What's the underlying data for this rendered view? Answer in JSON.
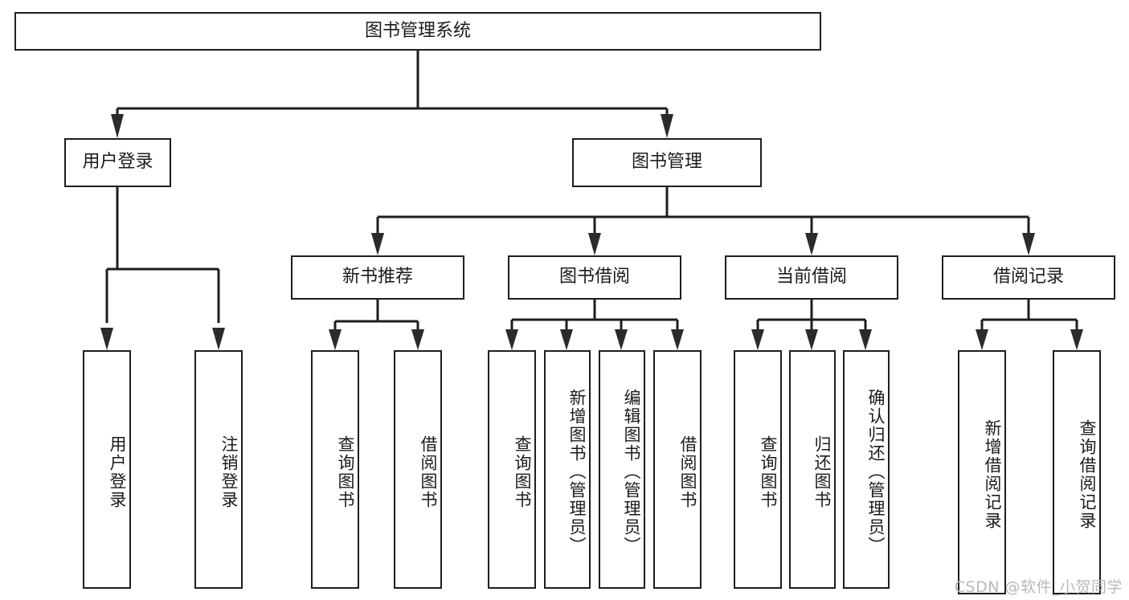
{
  "diagram": {
    "title": "图书管理系统",
    "watermark": "CSDN @软件_小贺同学",
    "colors": {
      "stroke": "#1e1e1e",
      "fill": "#ffffff",
      "text": "#1b1b1b",
      "watermark": "#b9b9b9"
    },
    "nodes": {
      "root": {
        "label": "图书管理系统"
      },
      "level2": [
        {
          "label": "用户登录"
        },
        {
          "label": "图书管理"
        }
      ],
      "level3": [
        {
          "label": "新书推荐"
        },
        {
          "label": "图书借阅"
        },
        {
          "label": "当前借阅"
        },
        {
          "label": "借阅记录"
        }
      ],
      "leaves": [
        {
          "label": "用户登录"
        },
        {
          "label": "注销登录"
        },
        {
          "label": "查询图书"
        },
        {
          "label": "借阅图书"
        },
        {
          "label": "查询图书"
        },
        {
          "label": "新增图书（管理员）"
        },
        {
          "label": "编辑图书（管理员）"
        },
        {
          "label": "借阅图书"
        },
        {
          "label": "查询图书"
        },
        {
          "label": "归还图书"
        },
        {
          "label": "确认归还（管理员）"
        },
        {
          "label": "新增借阅记录"
        },
        {
          "label": "查询借阅记录"
        }
      ]
    }
  }
}
